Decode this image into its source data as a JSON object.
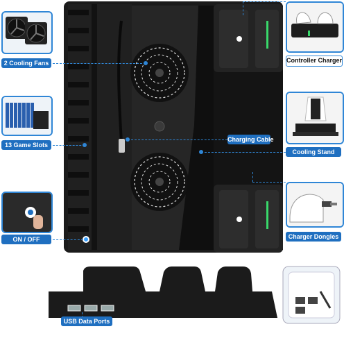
{
  "callouts": {
    "cooling_fans": "2 Cooling Fans",
    "game_slots": "13 Game Slots",
    "on_off": "ON / OFF",
    "controller_charger": "Controller Charger",
    "charging_cable": "Charging Cable",
    "cooling_stand": "Cooling Stand",
    "charger_dongles": "Charger Dongles",
    "usb_ports": "USB Data Ports"
  },
  "colors": {
    "accent": "#2f86d6",
    "label_bg": "#1f6fc0",
    "device": "#1b1b1b",
    "led_green": "#39d96b"
  },
  "icons": [
    "fan-icon",
    "power-icon",
    "usb-port-icon",
    "game-case-icon",
    "controller-icon",
    "console-icon",
    "dongle-icon"
  ]
}
